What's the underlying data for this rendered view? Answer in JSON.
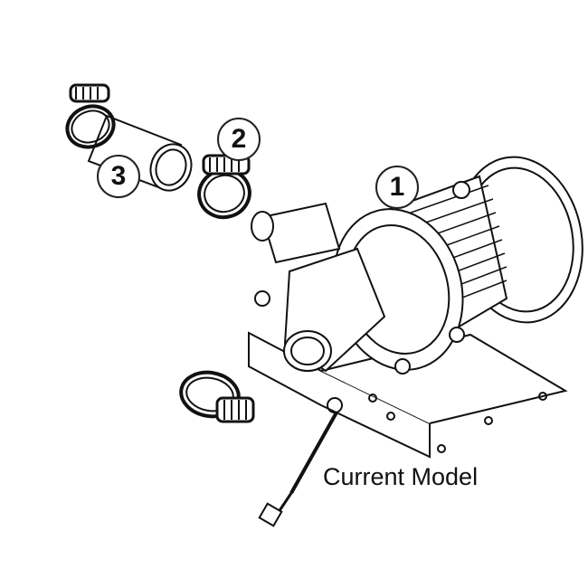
{
  "callouts": {
    "pump": "1",
    "clamp": "2",
    "tube": "3"
  },
  "caption": "Current Model"
}
